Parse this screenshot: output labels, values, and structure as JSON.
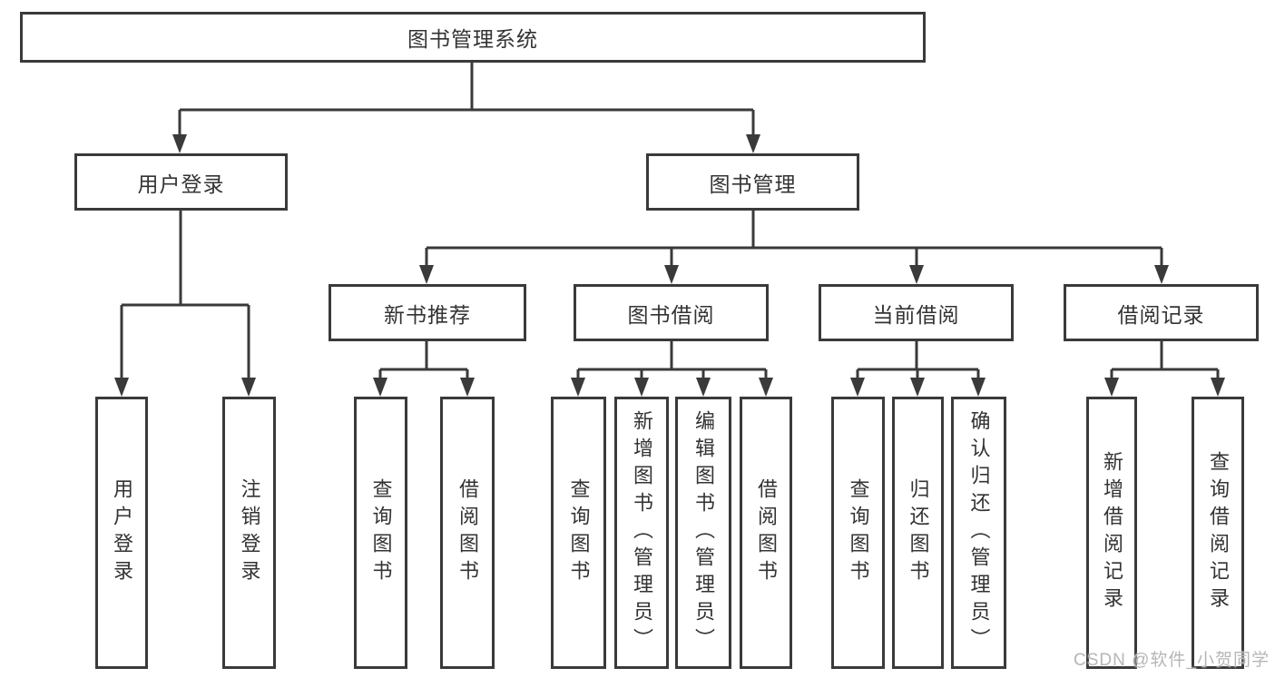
{
  "diagram": {
    "title": "图书管理系统",
    "level2": [
      {
        "label": "用户登录"
      },
      {
        "label": "图书管理"
      }
    ],
    "level3": [
      {
        "label": "新书推荐",
        "parent": "图书管理"
      },
      {
        "label": "图书借阅",
        "parent": "图书管理"
      },
      {
        "label": "当前借阅",
        "parent": "图书管理"
      },
      {
        "label": "借阅记录",
        "parent": "图书管理"
      }
    ],
    "level4": [
      {
        "label": "用户登录",
        "parent": "用户登录"
      },
      {
        "label": "注销登录",
        "parent": "用户登录"
      },
      {
        "label": "查询图书",
        "parent": "新书推荐"
      },
      {
        "label": "借阅图书",
        "parent": "新书推荐"
      },
      {
        "label": "查询图书",
        "parent": "图书借阅"
      },
      {
        "label": "新增图书（管理员）",
        "parent": "图书借阅"
      },
      {
        "label": "编辑图书（管理员）",
        "parent": "图书借阅"
      },
      {
        "label": "借阅图书",
        "parent": "图书借阅"
      },
      {
        "label": "查询图书",
        "parent": "当前借阅"
      },
      {
        "label": "归还图书",
        "parent": "当前借阅"
      },
      {
        "label": "确认归还（管理员）",
        "parent": "当前借阅"
      },
      {
        "label": "新增借阅记录",
        "parent": "借阅记录"
      },
      {
        "label": "查询借阅记录",
        "parent": "借阅记录"
      }
    ]
  },
  "watermark": {
    "text": "CSDN @软件_小贺同学"
  },
  "colors": {
    "line": "#3a3a3a",
    "box_border": "#3a3a3a",
    "text": "#333333",
    "background": "#ffffff",
    "watermark": "#b6b6b6"
  }
}
